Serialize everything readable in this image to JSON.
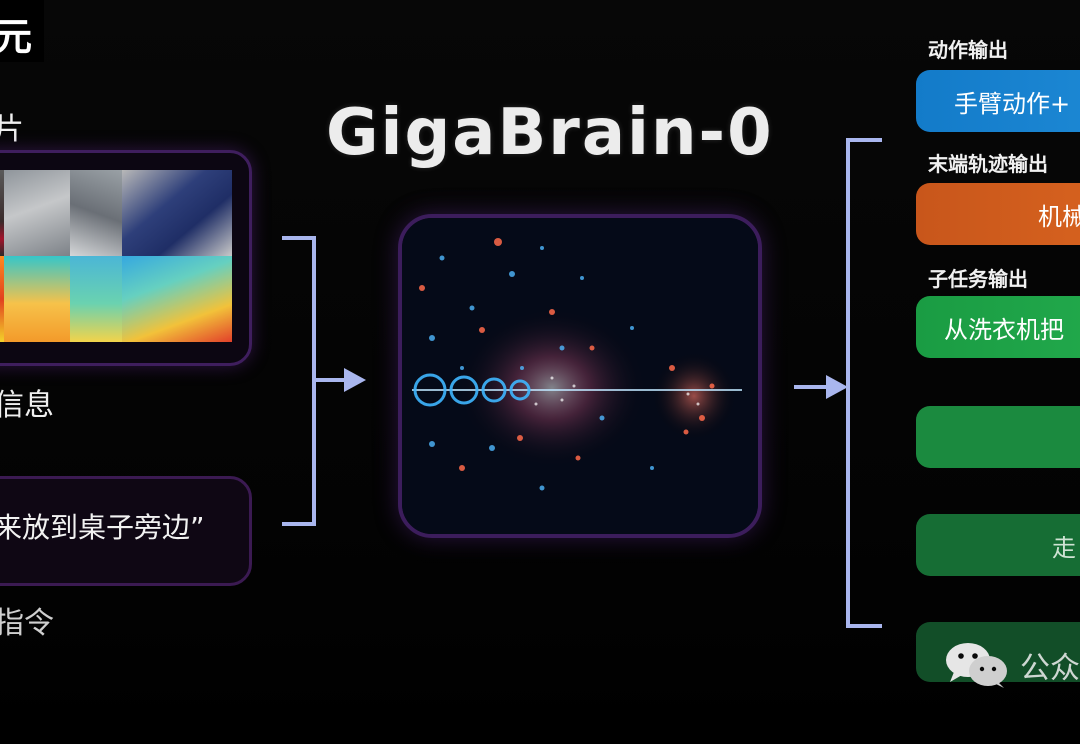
{
  "logo": {
    "text": "元"
  },
  "title": "GigaBrain-0",
  "inputs": {
    "images_caption": "片",
    "info_caption": "信息",
    "instruction_text": "来放到桌子旁边”",
    "instruction_caption": "指令"
  },
  "outputs": {
    "action": {
      "heading": "动作输出",
      "pill": "手臂动作+"
    },
    "trajectory": {
      "heading": "末端轨迹输出",
      "pill": "机械"
    },
    "subtask": {
      "heading": "子任务输出",
      "pill": "从洗衣机把"
    },
    "extra_pill": "走"
  },
  "watermark": {
    "text": "公众"
  },
  "colors": {
    "connector": "#a9b6ee",
    "panel_border": "#3f1e5e",
    "action_blue": "#1e8ad6",
    "trajectory_orange": "#d9641f",
    "subtask_green": "#23ab4d"
  }
}
